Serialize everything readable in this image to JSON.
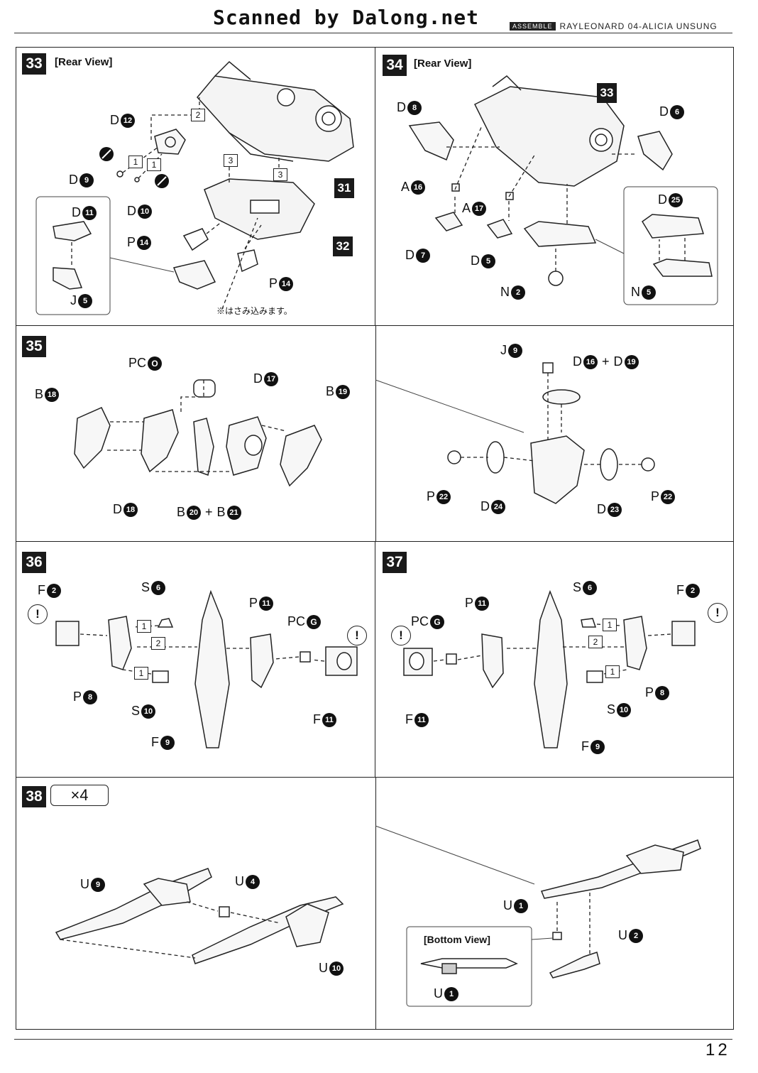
{
  "header": {
    "title": "Scanned by Dalong.net",
    "section_tag": "ASSEMBLE",
    "model_name": "RAYLEONARD 04-ALICIA UNSUNG"
  },
  "steps": {
    "s33": {
      "number": "33",
      "view": "[Rear View]",
      "refs": [
        "31",
        "32"
      ],
      "labels": {
        "d12": [
          "D",
          "12"
        ],
        "d9": [
          "D",
          "9"
        ],
        "d10": [
          "D",
          "10"
        ],
        "d11": [
          "D",
          "11"
        ],
        "j5": [
          "J",
          "5"
        ],
        "p14a": [
          "P",
          "14"
        ],
        "p14b": [
          "P",
          "14"
        ]
      },
      "seq": [
        "1",
        "1",
        "2",
        "3",
        "3"
      ],
      "note": "※はさみ込みます。"
    },
    "s34": {
      "number": "34",
      "view": "[Rear View]",
      "refs": [
        "33"
      ],
      "labels": {
        "d8": [
          "D",
          "8"
        ],
        "d6": [
          "D",
          "6"
        ],
        "a16": [
          "A",
          "16"
        ],
        "a17": [
          "A",
          "17"
        ],
        "d7": [
          "D",
          "7"
        ],
        "d5": [
          "D",
          "5"
        ],
        "n2": [
          "N",
          "2"
        ],
        "d25": [
          "D",
          "25"
        ],
        "n5": [
          "N",
          "5"
        ]
      }
    },
    "s35": {
      "number": "35",
      "labels": {
        "pco": [
          "PC",
          "O"
        ],
        "d17": [
          "D",
          "17"
        ],
        "b18": [
          "B",
          "18"
        ],
        "b19": [
          "B",
          "19"
        ],
        "d18": [
          "D",
          "18"
        ],
        "b20": [
          "B",
          "20"
        ],
        "b21": [
          "B",
          "21"
        ],
        "j9": [
          "J",
          "9"
        ],
        "d16": [
          "D",
          "16"
        ],
        "d19": [
          "D",
          "19"
        ],
        "p22a": [
          "P",
          "22"
        ],
        "d24": [
          "D",
          "24"
        ],
        "d23": [
          "D",
          "23"
        ],
        "p22b": [
          "P",
          "22"
        ]
      },
      "plus": "+"
    },
    "s36": {
      "number": "36",
      "labels": {
        "f2": [
          "F",
          "2"
        ],
        "s6": [
          "S",
          "6"
        ],
        "p11": [
          "P",
          "11"
        ],
        "pcg": [
          "PC",
          "G"
        ],
        "p8": [
          "P",
          "8"
        ],
        "s10": [
          "S",
          "10"
        ],
        "f11": [
          "F",
          "11"
        ],
        "f9": [
          "F",
          "9"
        ]
      },
      "seq": [
        "1",
        "2",
        "1"
      ],
      "warn": "!"
    },
    "s37": {
      "number": "37",
      "labels": {
        "s6": [
          "S",
          "6"
        ],
        "f2": [
          "F",
          "2"
        ],
        "p11": [
          "P",
          "11"
        ],
        "pcg": [
          "PC",
          "G"
        ],
        "f11": [
          "F",
          "11"
        ],
        "p8": [
          "P",
          "8"
        ],
        "s10": [
          "S",
          "10"
        ],
        "f9": [
          "F",
          "9"
        ]
      },
      "seq": [
        "1",
        "2",
        "1"
      ],
      "warn": "!"
    },
    "s38": {
      "number": "38",
      "times": "×4",
      "labels": {
        "u9": [
          "U",
          "9"
        ],
        "u4": [
          "U",
          "4"
        ],
        "u10": [
          "U",
          "10"
        ],
        "u1": [
          "U",
          "1"
        ],
        "u2": [
          "U",
          "2"
        ],
        "u1b": [
          "U",
          "1"
        ]
      },
      "bottom_view": "[Bottom View]"
    }
  },
  "page_number": "12"
}
